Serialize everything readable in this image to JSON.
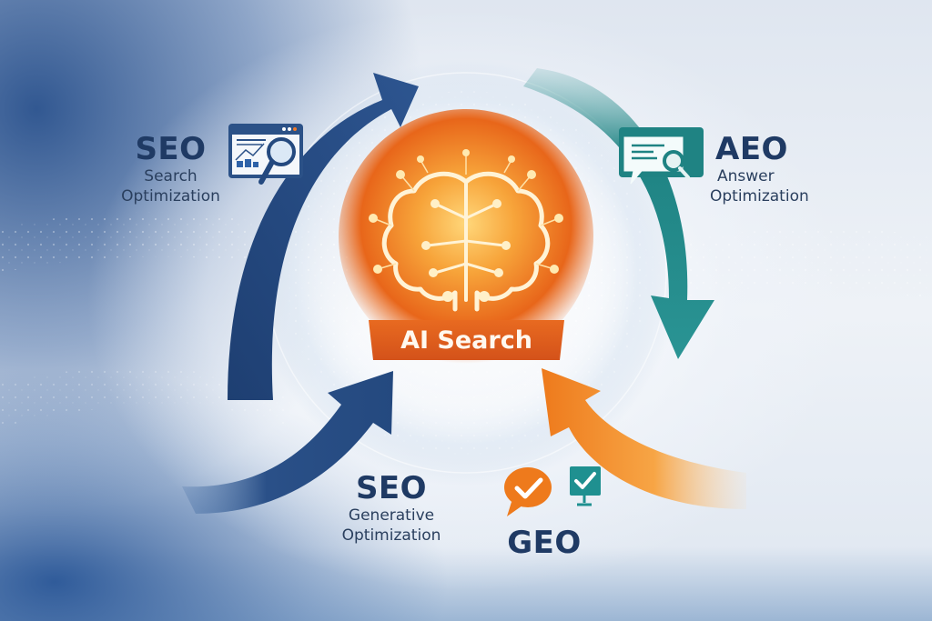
{
  "center": {
    "title": "AI Search",
    "icon": "brain-network-icon",
    "colors": {
      "glow": "#f7a43a",
      "core": "#e8661a",
      "band": "#d9581a"
    }
  },
  "nodes": [
    {
      "id": "seo-search",
      "title": "SEO",
      "subtitle_line1": "Search",
      "subtitle_line2": "Optimization",
      "icon": "browser-analytics-magnifier-icon",
      "arrow_color": "#24497f",
      "position": "top-left"
    },
    {
      "id": "aeo",
      "title": "AEO",
      "subtitle_line1": "Answer",
      "subtitle_line2": "Optimization",
      "icon": "chat-bubble-magnifier-icon",
      "arrow_color": "#1f8383",
      "position": "top-right"
    },
    {
      "id": "seo-generative",
      "title": "SEO",
      "subtitle_line1": "Generative",
      "subtitle_line2": "Optimization",
      "icon": "",
      "arrow_color": "#24497f",
      "position": "bottom-left"
    },
    {
      "id": "geo",
      "title": "GEO",
      "icon": "chat-check-and-monitor-check-icon",
      "arrow_color": "#f08a24",
      "position": "bottom-right"
    }
  ],
  "palette": {
    "navy": "#1f3a64",
    "blue_arrow": "#24497f",
    "teal": "#1f8383",
    "orange": "#f08a24",
    "background_light": "#eef2f7",
    "background_dark": "#2a5690"
  }
}
